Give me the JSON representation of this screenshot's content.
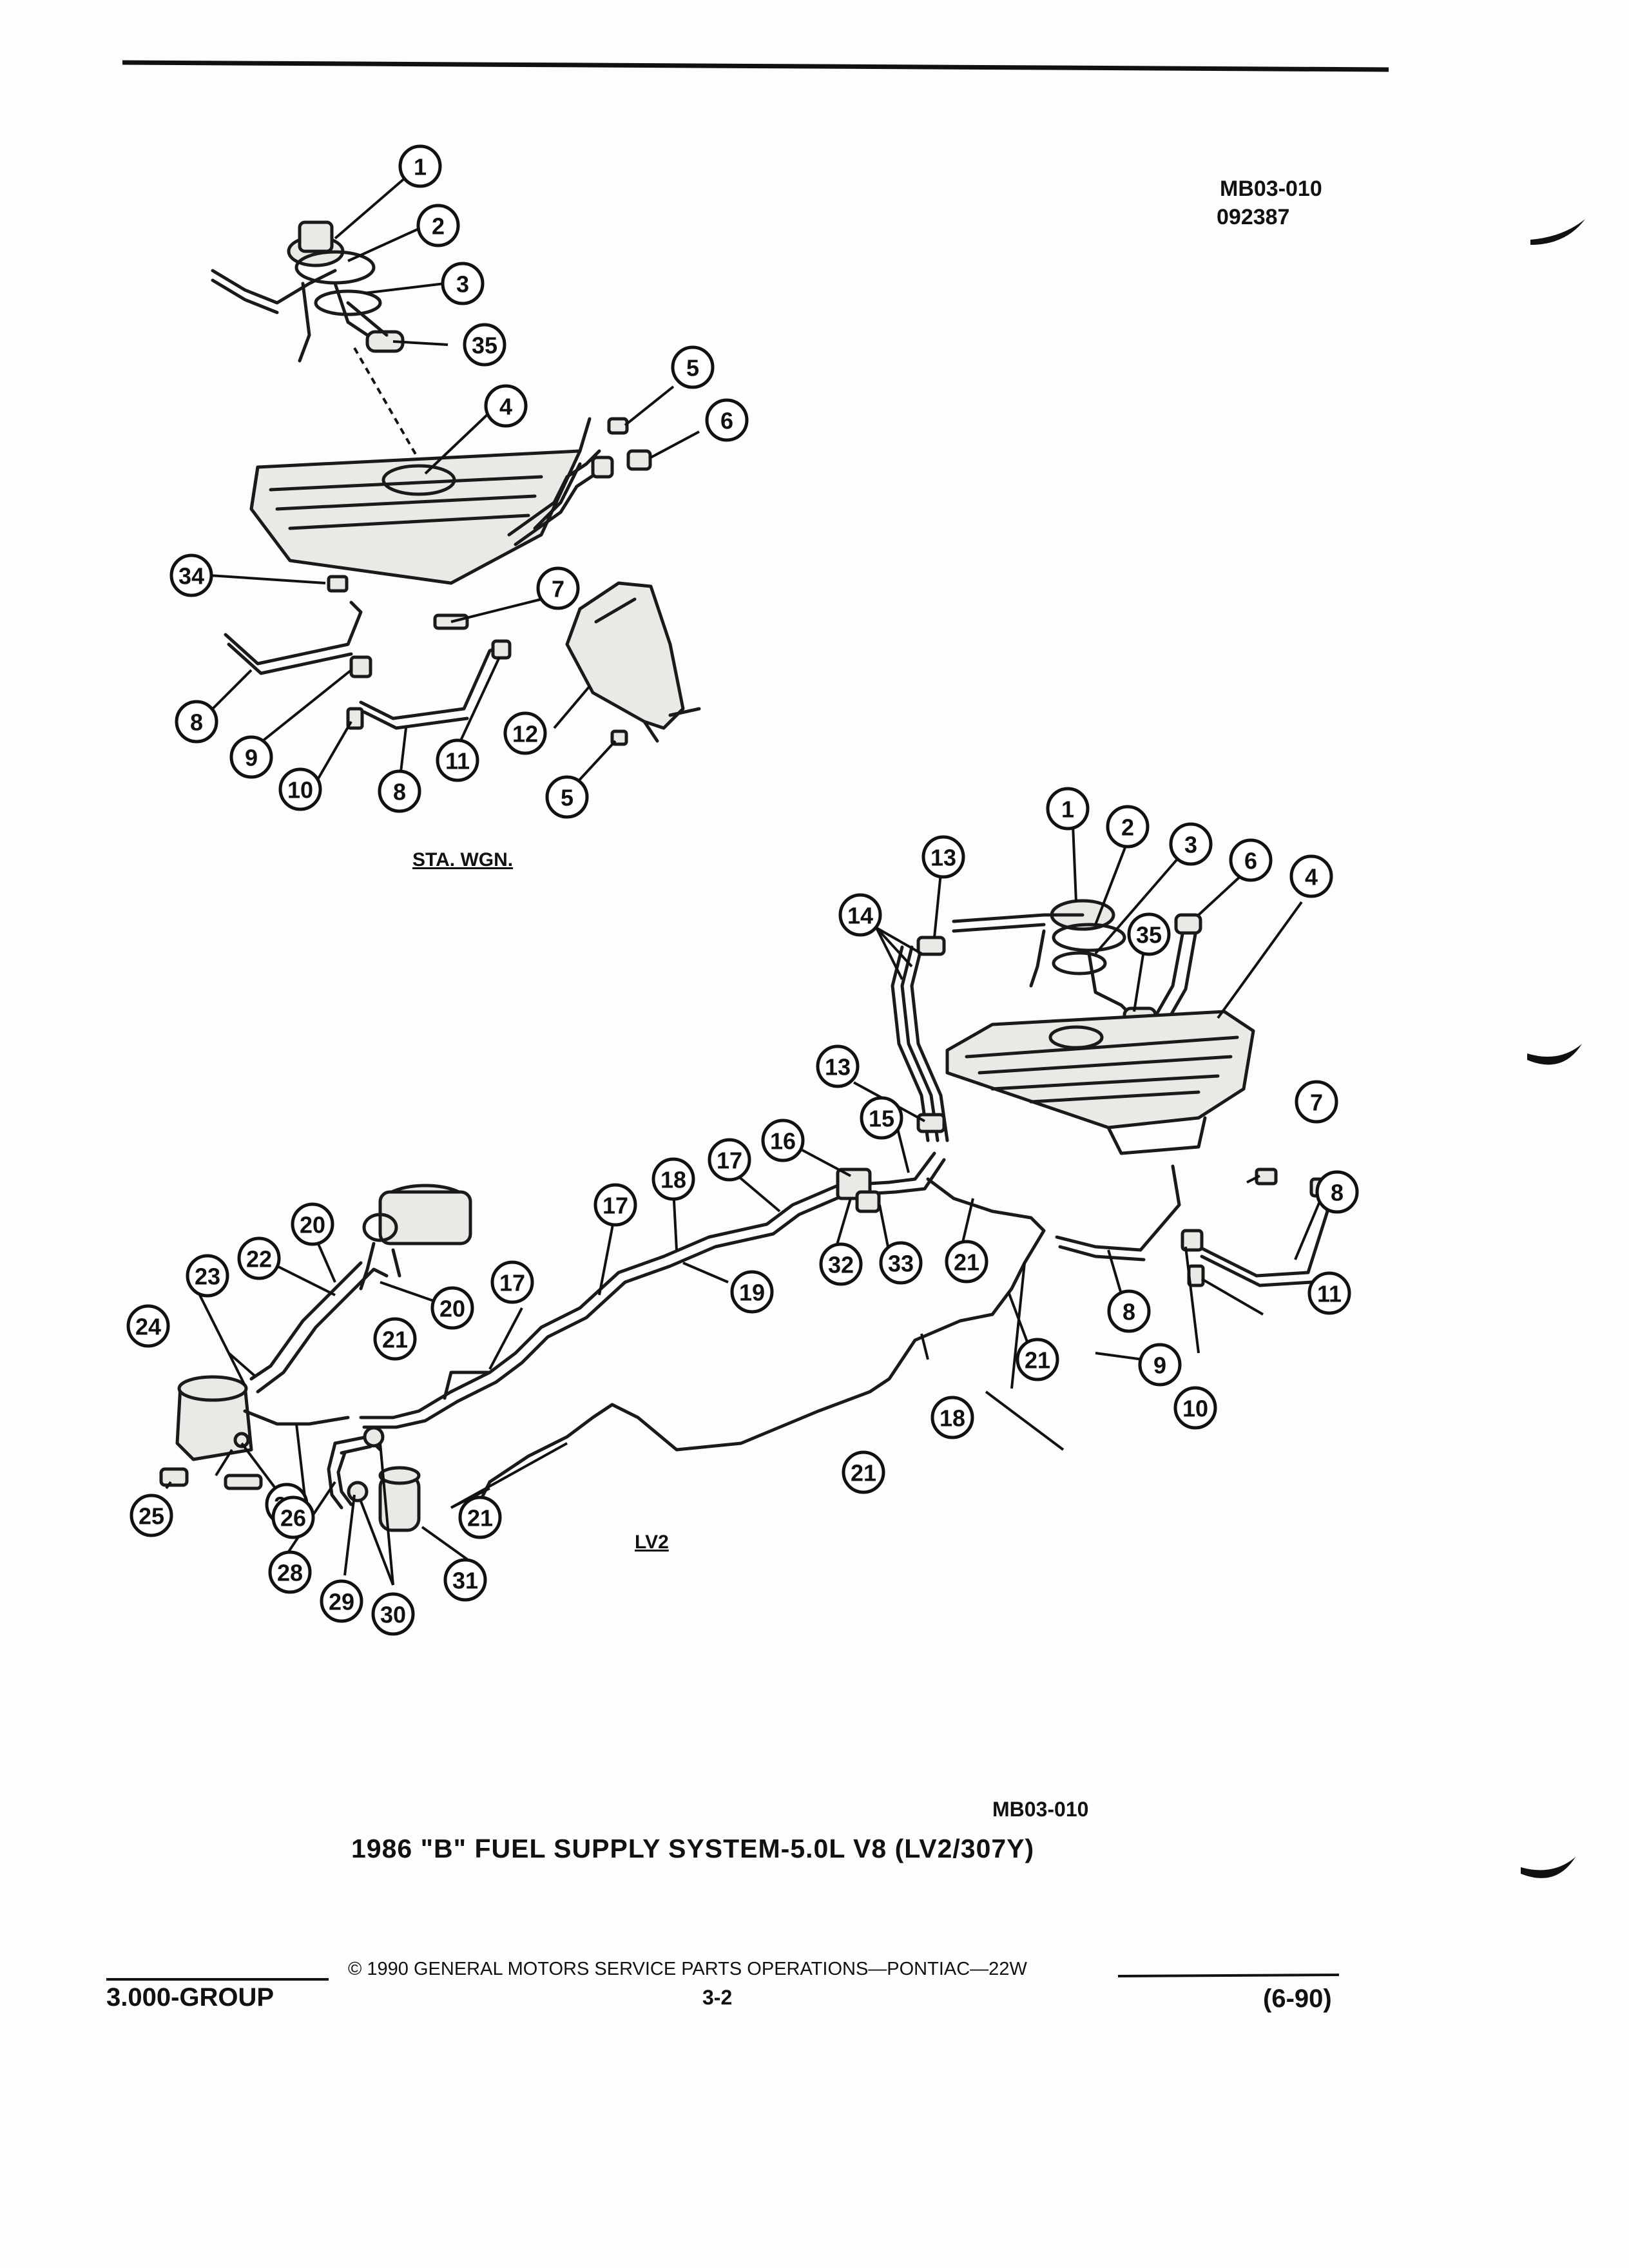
{
  "header": {
    "ref_code": "MB03-010",
    "ref_date": "092387"
  },
  "sections": {
    "station_wagon_label": "STA. WGN.",
    "lv2_label": "LV2"
  },
  "figure": {
    "code": "MB03-010",
    "title": "1986 \"B\" FUEL SUPPLY SYSTEM-5.0L V8 (LV2/307Y)"
  },
  "footer": {
    "copyright": "© 1990 GENERAL MOTORS SERVICE PARTS OPERATIONS—PONTIAC—22W",
    "group": "3.000-GROUP",
    "page": "3-2",
    "edition": "(6-90)"
  },
  "callouts": [
    {
      "label": "1"
    },
    {
      "label": "2"
    },
    {
      "label": "3"
    },
    {
      "label": "35"
    },
    {
      "label": "4"
    },
    {
      "label": "5"
    },
    {
      "label": "6"
    },
    {
      "label": "34"
    },
    {
      "label": "7"
    },
    {
      "label": "8"
    },
    {
      "label": "9"
    },
    {
      "label": "12"
    },
    {
      "label": "11"
    },
    {
      "label": "10"
    },
    {
      "label": "8"
    },
    {
      "label": "5"
    },
    {
      "label": "1"
    },
    {
      "label": "2"
    },
    {
      "label": "3"
    },
    {
      "label": "6"
    },
    {
      "label": "4"
    },
    {
      "label": "13"
    },
    {
      "label": "14"
    },
    {
      "label": "35"
    },
    {
      "label": "13"
    },
    {
      "label": "15"
    },
    {
      "label": "16"
    },
    {
      "label": "17"
    },
    {
      "label": "18"
    },
    {
      "label": "17"
    },
    {
      "label": "20"
    },
    {
      "label": "22"
    },
    {
      "label": "23"
    },
    {
      "label": "20"
    },
    {
      "label": "19"
    },
    {
      "label": "17"
    },
    {
      "label": "24"
    },
    {
      "label": "21"
    },
    {
      "label": "32"
    },
    {
      "label": "33"
    },
    {
      "label": "21"
    },
    {
      "label": "7"
    },
    {
      "label": "11"
    },
    {
      "label": "8"
    },
    {
      "label": "8"
    },
    {
      "label": "9"
    },
    {
      "label": "10"
    },
    {
      "label": "21"
    },
    {
      "label": "18"
    },
    {
      "label": "21"
    },
    {
      "label": "27"
    },
    {
      "label": "25"
    },
    {
      "label": "26"
    },
    {
      "label": "21"
    },
    {
      "label": "28"
    },
    {
      "label": "29"
    },
    {
      "label": "30"
    },
    {
      "label": "31"
    }
  ]
}
